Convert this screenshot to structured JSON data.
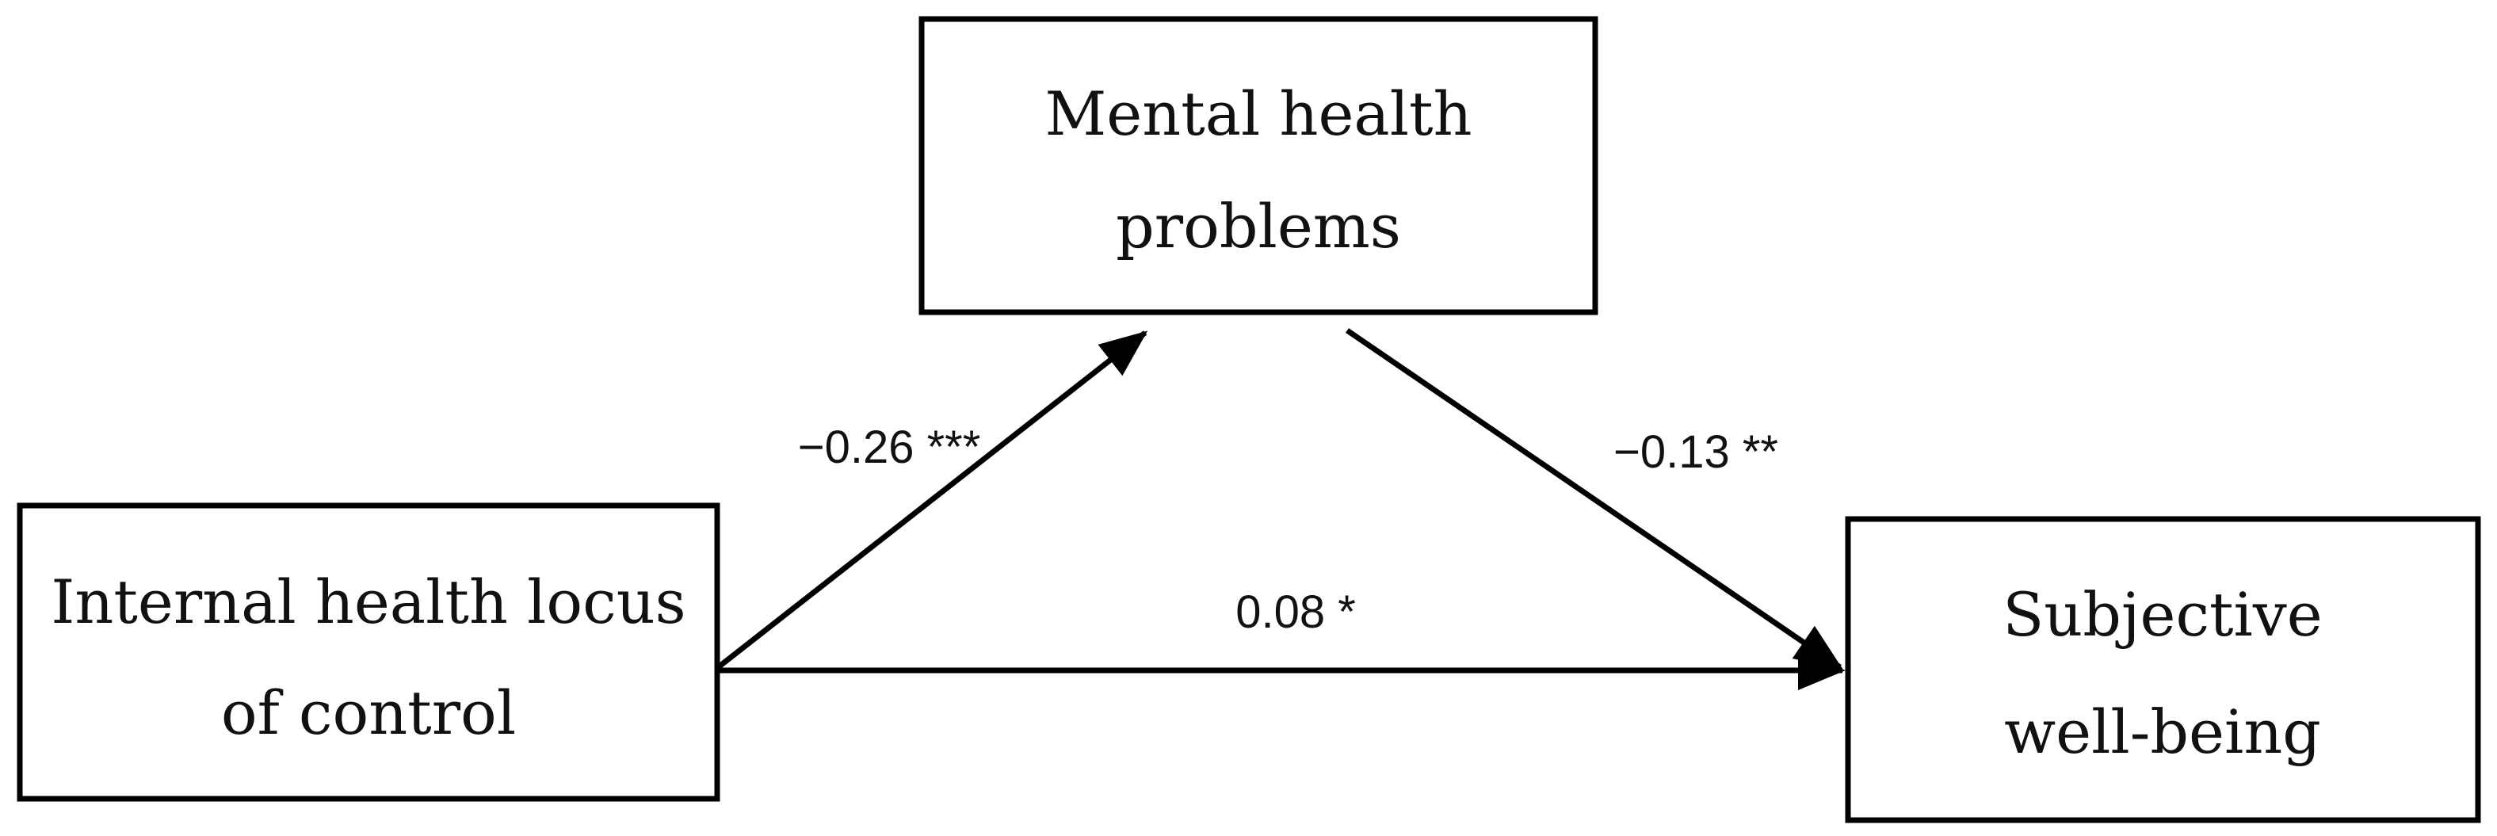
{
  "nodes": {
    "mediator": {
      "line1": "Mental health",
      "line2": "problems"
    },
    "predictor": {
      "line1": "Internal health locus",
      "line2": "of control"
    },
    "outcome": {
      "line1": "Subjective",
      "line2": "well-being"
    }
  },
  "paths": {
    "a": "−0.26 ***",
    "b": "−0.13 **",
    "c_prime": "0.08 *"
  },
  "colors": {
    "stroke": "#000000",
    "text": "#111111",
    "background": "#ffffff"
  }
}
